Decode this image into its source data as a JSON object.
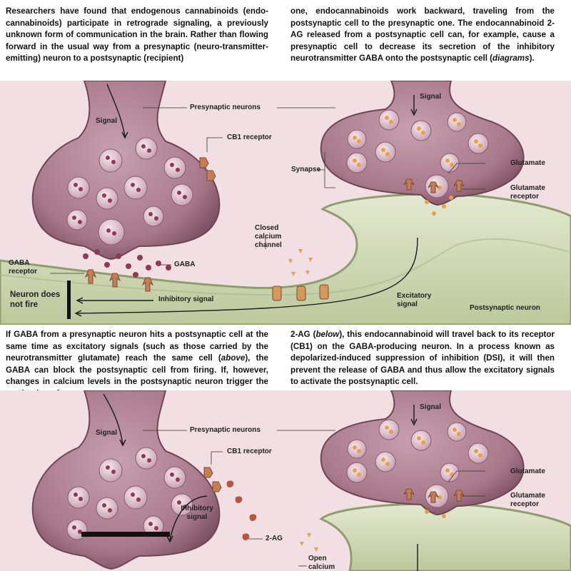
{
  "text": {
    "top_left": "Researchers have found that endogenous cannabinoids (endo-cannabinoids) participate in retrograde signaling, a previously unknown form of communication in the brain. Rather than flowing forward in the usual way from a presynaptic (neuro-transmitter-emitting) neuron to a postsynaptic (recipient)",
    "top_right_a": "one, endocannabinoids work backward, traveling from the postsynaptic cell to the presynaptic one. The endocannabinoid 2-AG released from a postsynaptic cell can, for example, cause a presynaptic cell to decrease its secretion of the inhibitory neurotransmitter GABA onto the postsynaptic cell (",
    "top_right_em": "diagrams",
    "top_right_b": ").",
    "mid_left_a": "If GABA from a presynaptic neuron hits a postsynaptic cell at the same time as excitatory signals (such as those carried by the neurotransmitter glutamate) reach the same cell (",
    "mid_left_em": "above",
    "mid_left_b": "), the GABA can block the postsynaptic cell from firing. If, however, changes in calcium levels in the postsynaptic neuron trigger the production of",
    "mid_right_a": "2-AG (",
    "mid_right_em": "below",
    "mid_right_b": "), this endocannabinoid will travel back to its receptor (CB1) on the GABA-producing neuron. In a process known as depolarized-induced suppression of inhibition (DSI), it will then prevent the release of GABA and thus allow the excitatory signals to activate the postsynaptic cell."
  },
  "diagram1": {
    "signal_left": "Signal",
    "presynaptic": "Presynaptic neurons",
    "signal_right": "Signal",
    "cb1": "CB1 receptor",
    "synapse": "Synapse",
    "glutamate": "Glutamate",
    "glutamate_receptor": "Glutamate receptor",
    "closed_calcium": "Closed calcium channel",
    "gaba": "GABA",
    "gaba_receptor": "GABA receptor",
    "neuron_does_not_fire": "Neuron does not fire",
    "inhibitory_signal": "Inhibitory signal",
    "excitatory_signal": "Excitatory signal",
    "postsynaptic_neuron": "Postsynaptic neuron"
  },
  "diagram2": {
    "signal_left": "Signal",
    "presynaptic": "Presynaptic neurons",
    "signal_right": "Signal",
    "cb1": "CB1 receptor",
    "inhibitory_signal": "Inhibitory signal",
    "glutamate": "Glutamate",
    "glutamate_receptor": "Glutamate receptor",
    "two_ag": "2-AG",
    "open_calcium": "Open calcium"
  },
  "colors": {
    "panel_bg": "#f2dfe3",
    "presynaptic_body": "#a7788a",
    "postsynaptic_body": "#d3dcbd",
    "vesicle_gaba": "#8f3a52",
    "vesicle_glutamate": "#e6a14a",
    "receptor": "#c47e57"
  }
}
